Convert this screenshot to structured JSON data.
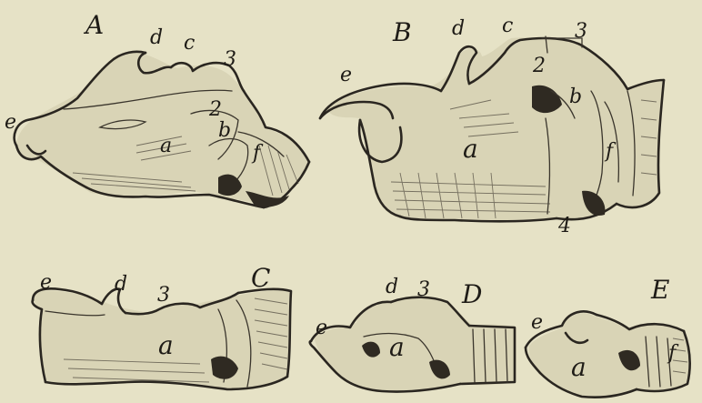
{
  "figure": {
    "panels": [
      {
        "letter": "A",
        "labels": {
          "d": "d",
          "c": "c",
          "n3": "3",
          "e": "e",
          "n2": "2",
          "a": "a",
          "b": "b",
          "f": "f"
        }
      },
      {
        "letter": "B",
        "labels": {
          "d": "d",
          "c": "c",
          "n3": "3",
          "e": "e",
          "n2": "2",
          "a": "a",
          "b": "b",
          "f": "f",
          "n4": "4"
        }
      },
      {
        "letter": "C",
        "labels": {
          "e": "e",
          "d": "d",
          "n3": "3",
          "a": "a"
        }
      },
      {
        "letter": "D",
        "labels": {
          "d": "d",
          "n3": "3",
          "e": "e",
          "a": "a"
        }
      },
      {
        "letter": "E",
        "labels": {
          "e": "e",
          "a": "a",
          "f": "f"
        }
      }
    ]
  }
}
